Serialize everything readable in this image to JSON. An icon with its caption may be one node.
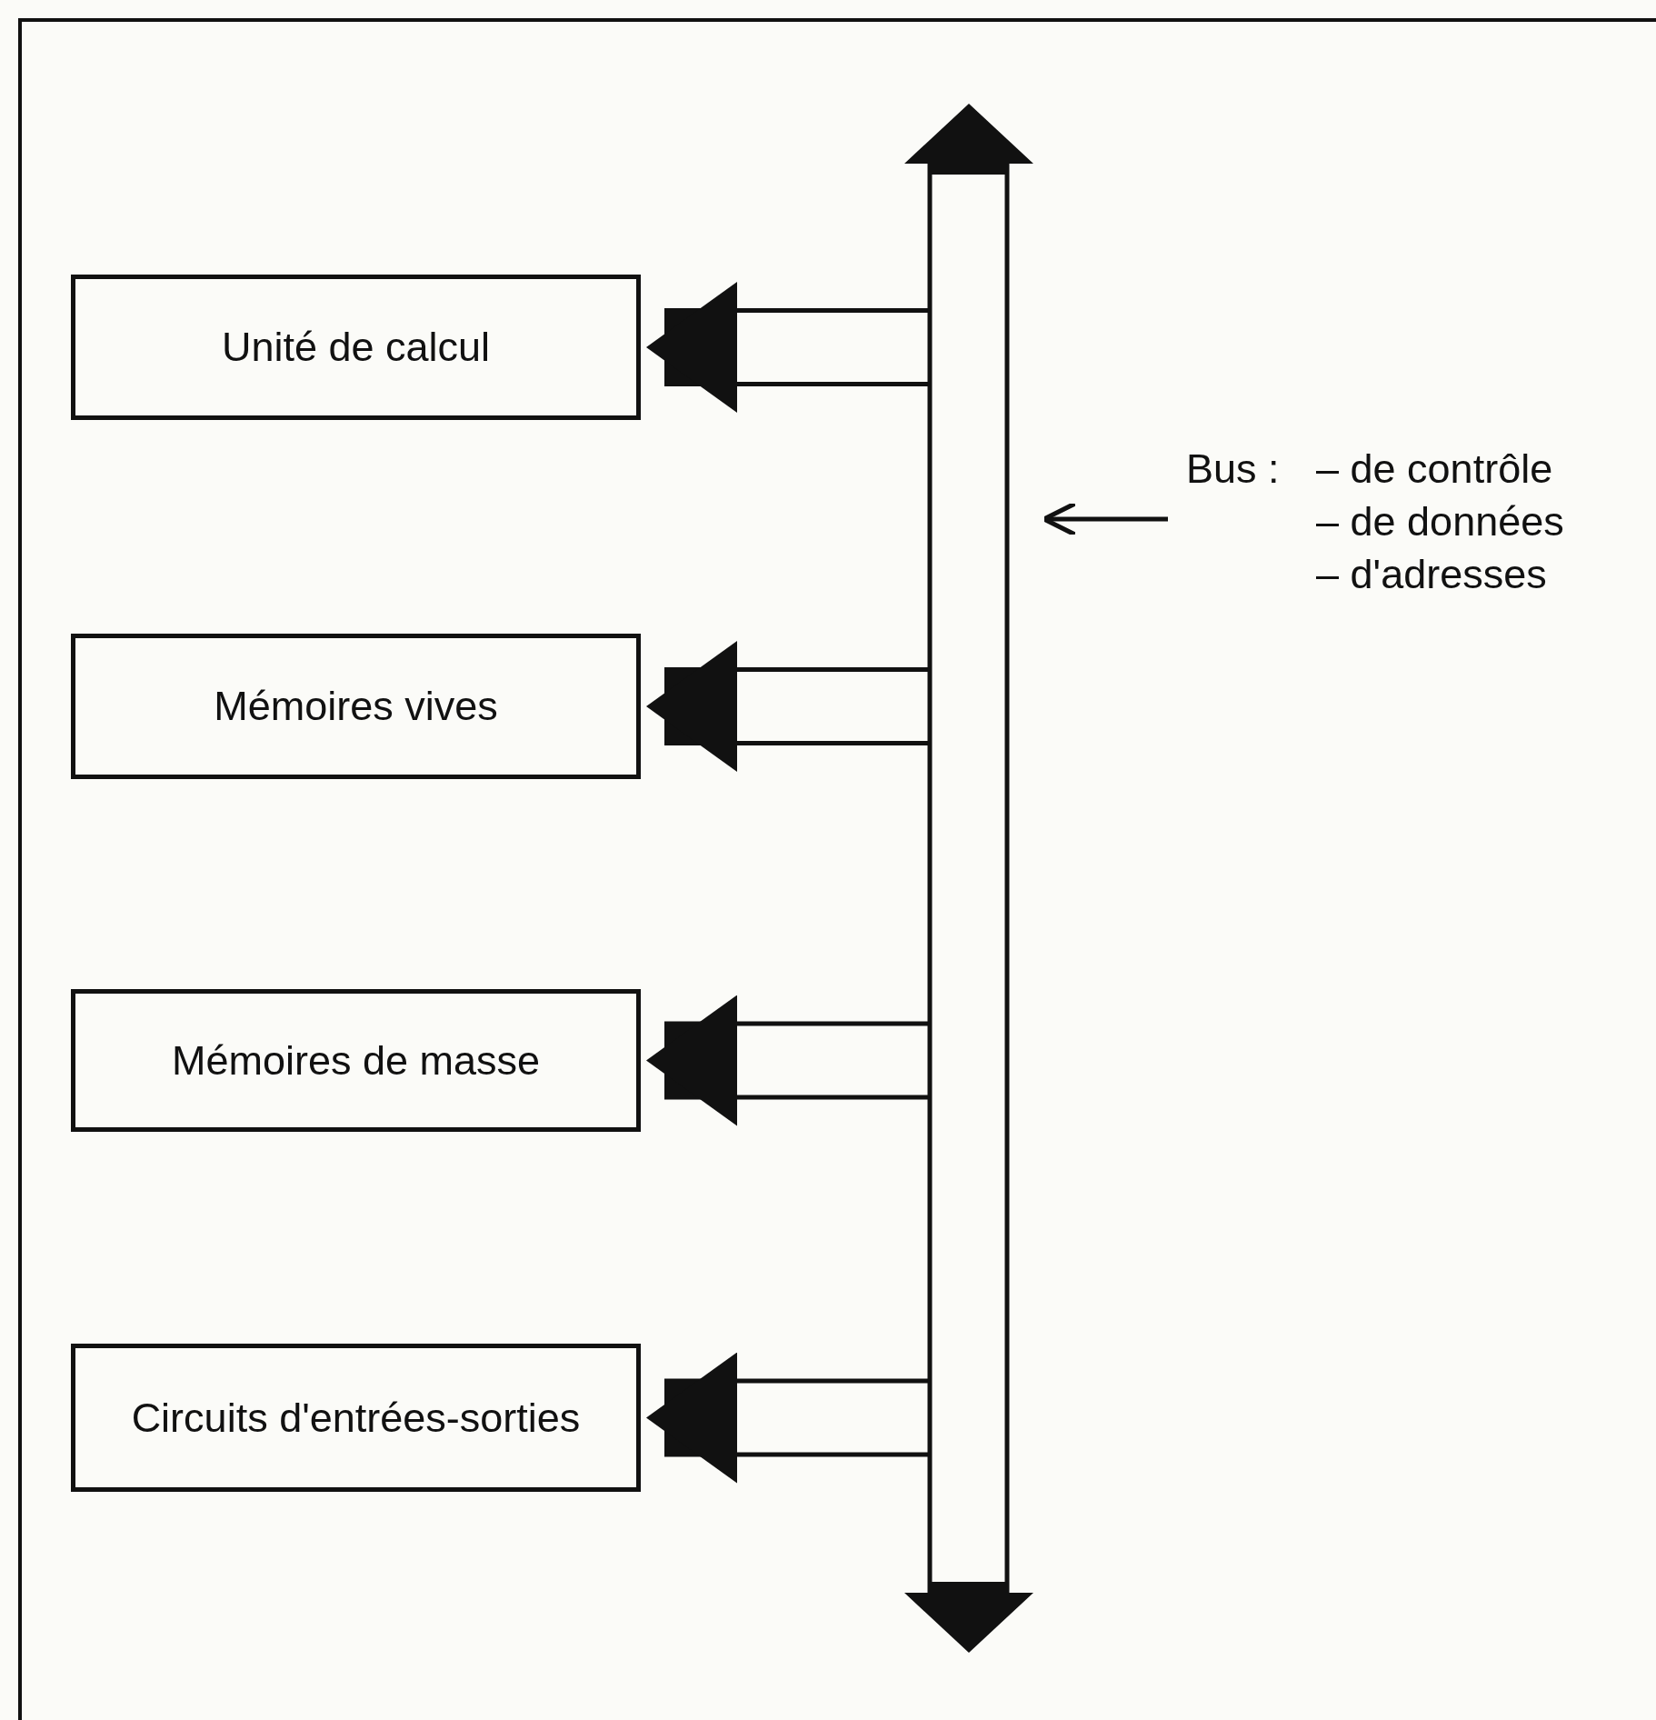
{
  "diagram": {
    "nodes": [
      {
        "text": [
          "Unité de calcul"
        ]
      },
      {
        "text": [
          "Mémoires vives"
        ]
      },
      {
        "text": [
          "Mémoires de masse"
        ]
      },
      {
        "text": [
          "Circuits d'entrées-sorties"
        ]
      },
      {
        "text": [],
        "shape": "bar"
      },
      {
        "text": [
          "Bus :",
          "– de contrôle",
          "– de données",
          "– d'adresses"
        ]
      }
    ],
    "edges": [
      {
        "from": 4,
        "to": 0,
        "arrow": "to"
      },
      {
        "from": 4,
        "to": 1,
        "arrow": "to"
      },
      {
        "from": 4,
        "to": 2,
        "arrow": "to"
      },
      {
        "from": 4,
        "to": 3,
        "arrow": "to"
      },
      {
        "from": 5,
        "to": 4,
        "arrow": "to"
      }
    ]
  }
}
